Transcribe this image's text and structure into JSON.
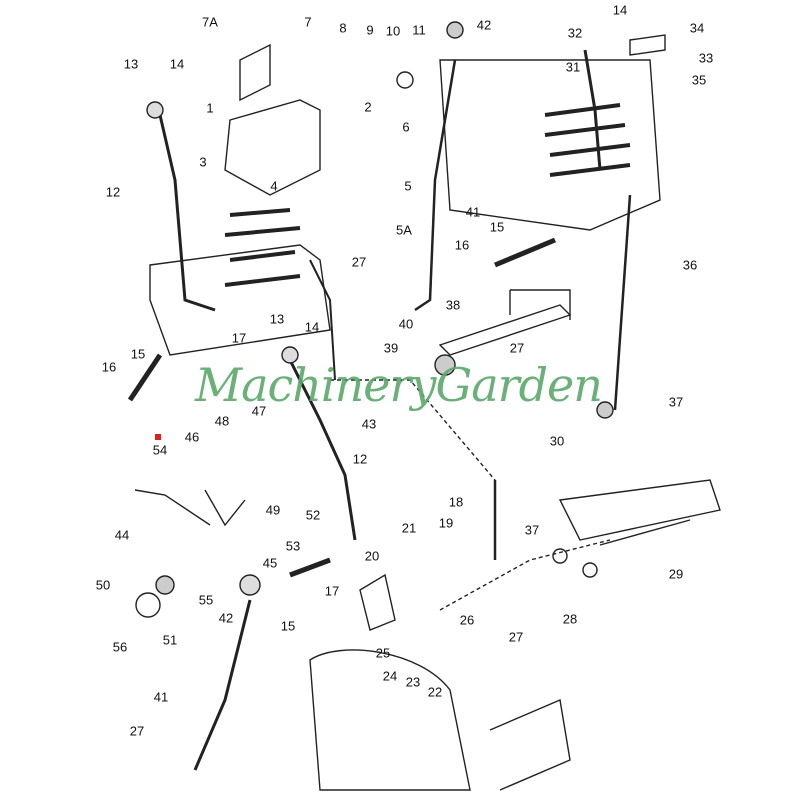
{
  "diagram": {
    "watermark": "MachineryGarden",
    "callouts": [
      "7A",
      "7",
      "8",
      "9",
      "10",
      "11",
      "42",
      "14",
      "32",
      "34",
      "33",
      "35",
      "31",
      "13",
      "14",
      "1",
      "2",
      "6",
      "3",
      "4",
      "5",
      "5A",
      "41",
      "12",
      "15",
      "16",
      "36",
      "27",
      "38",
      "40",
      "39",
      "17",
      "13",
      "14",
      "15",
      "16",
      "43",
      "37",
      "27",
      "54",
      "46",
      "48",
      "47",
      "12",
      "30",
      "18",
      "21",
      "19",
      "37",
      "44",
      "52",
      "49",
      "53",
      "45",
      "20",
      "50",
      "55",
      "42",
      "15",
      "17",
      "29",
      "28",
      "26",
      "27",
      "56",
      "51",
      "25",
      "24",
      "23",
      "22",
      "41",
      "27"
    ],
    "highlight_color": "#e02020",
    "watermark_color": "#5aa86a"
  }
}
